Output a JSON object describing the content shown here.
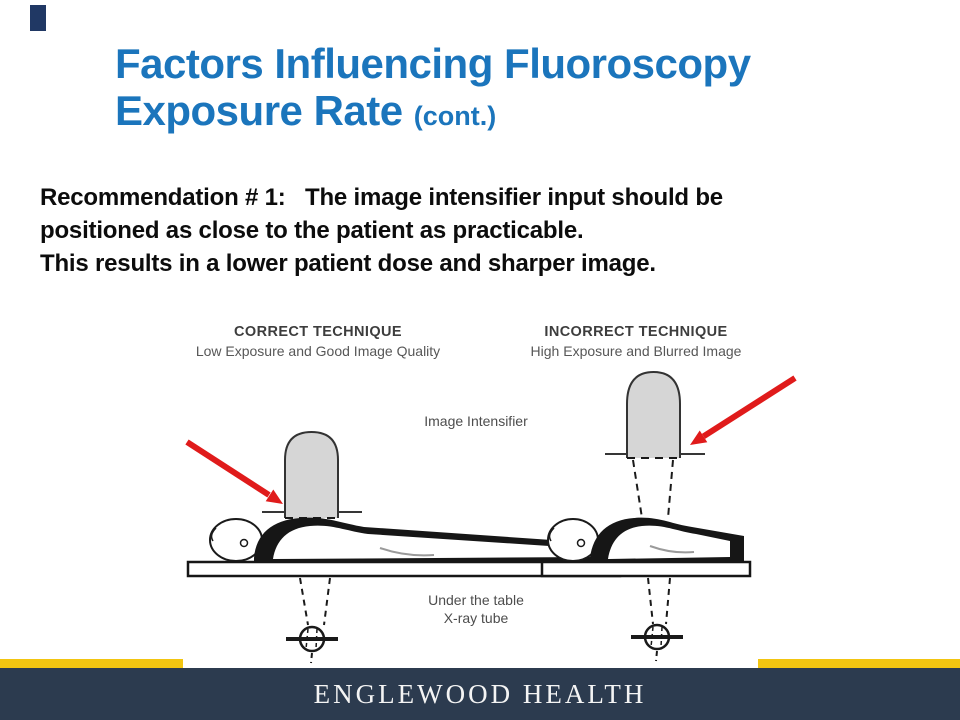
{
  "slide": {
    "title": {
      "line1": "Factors Influencing Fluoroscopy",
      "line2": "Exposure Rate ",
      "suffix": "(cont.)"
    },
    "body": {
      "line1": "Recommendation # 1:   The image intensifier input should be",
      "line2": "positioned as close to the patient as practicable.",
      "line3": "This results in a lower patient dose and sharper image."
    },
    "diagram": {
      "left_heading": "CORRECT TECHNIQUE",
      "left_subheading": "Low Exposure and Good Image Quality",
      "right_heading": "INCORRECT TECHNIQUE",
      "right_subheading": "High Exposure and Blurred Image",
      "intensifier_label": "Image Intensifier",
      "tube_label_line1": "Under the table",
      "tube_label_line2": "X-ray tube"
    },
    "footer": {
      "brand": "ENGLEWOOD HEALTH"
    },
    "colors": {
      "title_blue": "#1b75bc",
      "footer_navy": "#2c3b4f",
      "accent_gold": "#f2c511",
      "arrow_red": "#e01b1b",
      "corner_navy": "#203864",
      "dome_gray": "#d6d6d6"
    }
  }
}
